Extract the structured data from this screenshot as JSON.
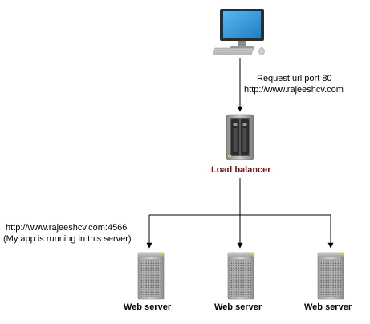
{
  "request": {
    "line1": "Request url port 80",
    "line2": "http://www.rajeeshcv.com"
  },
  "load_balancer": {
    "label": "Load balancer",
    "label_color": "#7a1414"
  },
  "app_server": {
    "url": "http://www.rajeeshcv.com:4566",
    "note": "(My app is running in this server)"
  },
  "servers": [
    {
      "label": "Web server"
    },
    {
      "label": "Web server"
    },
    {
      "label": "Web server"
    }
  ]
}
